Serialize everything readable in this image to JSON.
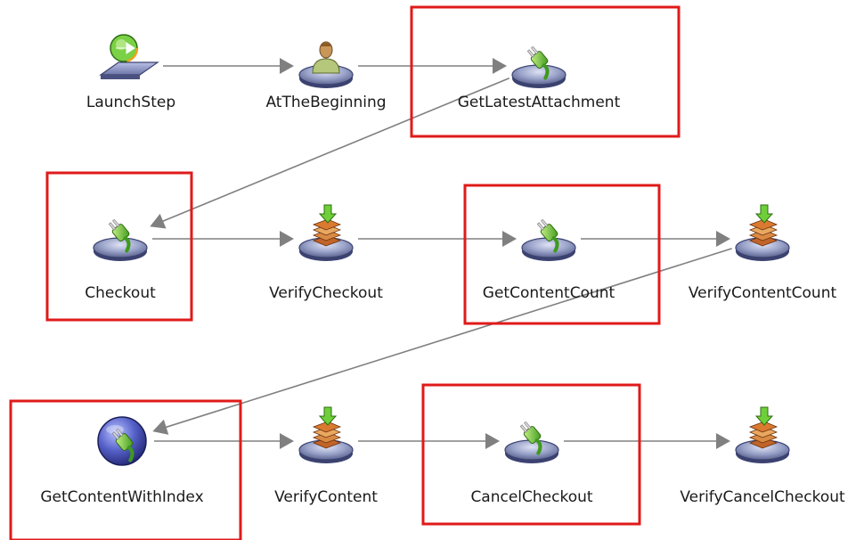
{
  "colors": {
    "highlight": "#e01a1a",
    "connector": "#808080",
    "label": "#1a1a1a"
  },
  "nodes": [
    {
      "id": "launch",
      "label": "LaunchStep",
      "icon": "launch-step-icon",
      "highlighted": false
    },
    {
      "id": "begin",
      "label": "AtTheBeginning",
      "icon": "user-step-icon",
      "highlighted": false
    },
    {
      "id": "getlatest",
      "label": "GetLatestAttachment",
      "icon": "plug-step-icon",
      "highlighted": true
    },
    {
      "id": "checkout",
      "label": "Checkout",
      "icon": "plug-step-icon",
      "highlighted": true
    },
    {
      "id": "verifycheckout",
      "label": "VerifyCheckout",
      "icon": "verify-step-icon",
      "highlighted": false
    },
    {
      "id": "getcount",
      "label": "GetContentCount",
      "icon": "plug-step-icon",
      "highlighted": true
    },
    {
      "id": "verifycount",
      "label": "VerifyContentCount",
      "icon": "verify-step-icon",
      "highlighted": false
    },
    {
      "id": "getindex",
      "label": "GetContentWithIndex",
      "icon": "plug-step-selected-icon",
      "highlighted": true
    },
    {
      "id": "verifycontent",
      "label": "VerifyContent",
      "icon": "verify-step-icon",
      "highlighted": false
    },
    {
      "id": "cancel",
      "label": "CancelCheckout",
      "icon": "plug-step-icon",
      "highlighted": true
    },
    {
      "id": "verifycancel",
      "label": "VerifyCancelCheckout",
      "icon": "verify-step-icon",
      "highlighted": false
    }
  ],
  "edges": [
    {
      "from": "launch",
      "to": "begin"
    },
    {
      "from": "begin",
      "to": "getlatest"
    },
    {
      "from": "getlatest",
      "to": "checkout"
    },
    {
      "from": "checkout",
      "to": "verifycheckout"
    },
    {
      "from": "verifycheckout",
      "to": "getcount"
    },
    {
      "from": "getcount",
      "to": "verifycount"
    },
    {
      "from": "verifycount",
      "to": "getindex"
    },
    {
      "from": "getindex",
      "to": "verifycontent"
    },
    {
      "from": "verifycontent",
      "to": "cancel"
    },
    {
      "from": "cancel",
      "to": "verifycancel"
    }
  ]
}
